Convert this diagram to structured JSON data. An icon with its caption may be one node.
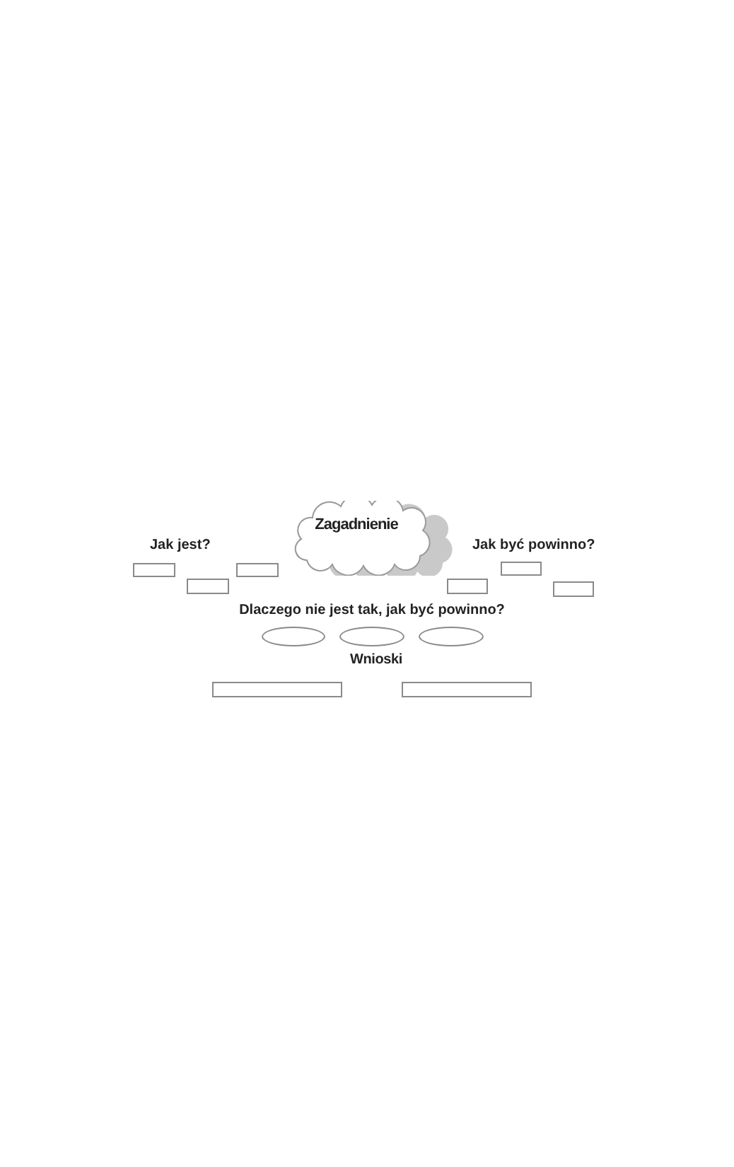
{
  "diagram": {
    "nodes": [
      {
        "text": [
          "Zagadnienie"
        ]
      },
      {
        "text": [],
        "shape": "box"
      },
      {
        "text": [],
        "shape": "box"
      },
      {
        "text": [],
        "shape": "box"
      },
      {
        "text": [],
        "shape": "box"
      },
      {
        "text": [],
        "shape": "box"
      },
      {
        "text": [],
        "shape": "box"
      },
      {
        "text": [],
        "shape": "ellipse"
      },
      {
        "text": [],
        "shape": "ellipse"
      },
      {
        "text": [],
        "shape": "ellipse"
      },
      {
        "text": [],
        "shape": "box"
      },
      {
        "text": [],
        "shape": "box"
      }
    ],
    "labels": [
      "Jak jest?",
      "Jak być powinno?",
      "Dlaczego nie jest tak, jak być powinno?",
      "Wnioski"
    ]
  }
}
